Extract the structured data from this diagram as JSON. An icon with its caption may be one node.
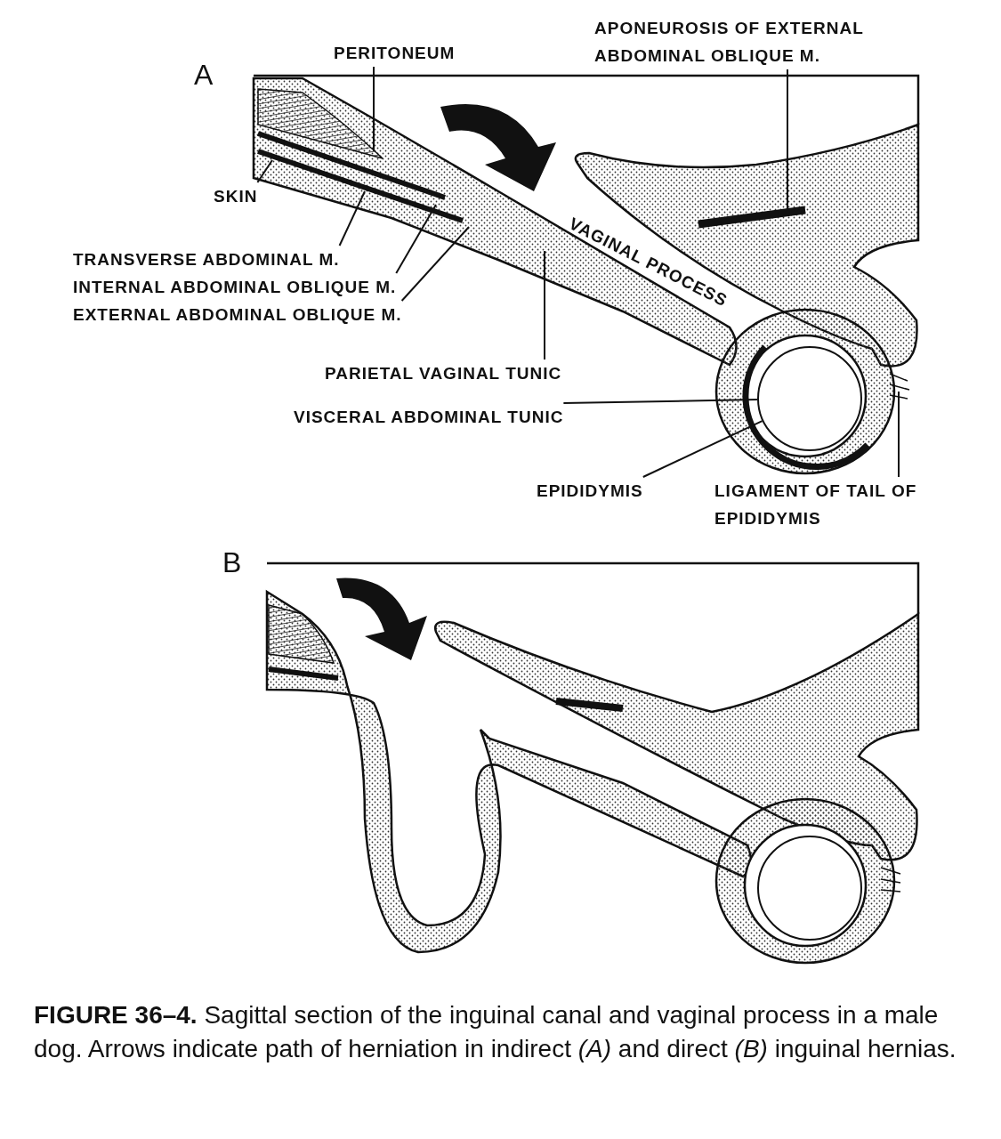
{
  "diagram": {
    "caption": "**FIGURE 36–4.** Sagittal section of the inguinal canal and vaginal process in a male dog. Arrows indicate path of herniation in indirect *(A)* and direct *(B)* inguinal hernias.",
    "nodes": [
      {
        "text": [
          "PERITONEUM"
        ]
      },
      {
        "text": [
          "APONEUROSIS OF EXTERNAL ABDOMINAL OBLIQUE M."
        ]
      },
      {
        "text": [
          "SKIN"
        ]
      },
      {
        "text": [
          "TRANSVERSE ABDOMINAL M."
        ]
      },
      {
        "text": [
          "INTERNAL ABDOMINAL OBLIQUE M."
        ]
      },
      {
        "text": [
          "EXTERNAL ABDOMINAL OBLIQUE M."
        ]
      },
      {
        "text": [
          "PARIETAL VAGINAL TUNIC"
        ]
      },
      {
        "text": [
          "VISCERAL ABDOMINAL TUNIC"
        ]
      },
      {
        "text": [
          "EPIDIDYMIS"
        ]
      },
      {
        "text": [
          "LIGAMENT OF TAIL OF EPIDIDYMIS"
        ]
      },
      {
        "text": [],
        "shape": "bar"
      },
      {
        "text": [],
        "shape": "circle"
      }
    ],
    "edges": [
      {
        "from": 0,
        "to": null,
        "arrow": "none"
      },
      {
        "from": 1,
        "to": 10,
        "arrow": "none"
      },
      {
        "from": 2,
        "to": null,
        "arrow": "none"
      },
      {
        "from": 3,
        "to": null,
        "arrow": "none"
      },
      {
        "from": 4,
        "to": null,
        "arrow": "none"
      },
      {
        "from": 5,
        "to": null,
        "arrow": "none"
      },
      {
        "from": 6,
        "to": null,
        "arrow": "none"
      },
      {
        "from": 7,
        "to": 11,
        "arrow": "none"
      },
      {
        "from": 8,
        "to": 11,
        "arrow": "none"
      },
      {
        "from": 9,
        "to": null,
        "arrow": "none"
      }
    ],
    "labels": [
      "A",
      "VAGINAL PROCESS",
      "B"
    ]
  }
}
